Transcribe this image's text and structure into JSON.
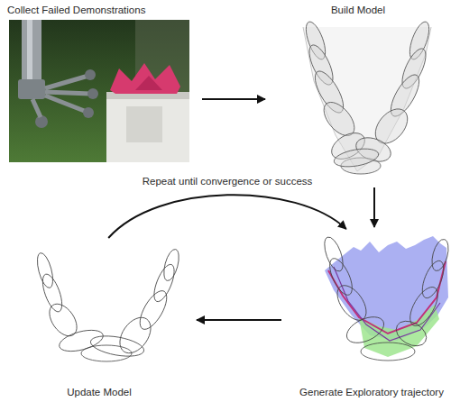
{
  "diagram": {
    "nodes": [
      {
        "text": [
          "Collect Failed Demonstrations"
        ]
      },
      {
        "text": [
          "Build Model"
        ]
      },
      {
        "text": [
          "Generate Exploratory trajectory"
        ]
      },
      {
        "text": [
          "Update Model"
        ]
      }
    ],
    "edges": [
      {
        "from": 0,
        "to": 1,
        "arrow": "to"
      },
      {
        "from": 1,
        "to": 2,
        "arrow": "to"
      },
      {
        "from": 2,
        "to": 3,
        "arrow": "to"
      },
      {
        "from": 3,
        "to": 2,
        "arrow": "to",
        "label": "Repeat until convergence or success"
      }
    ]
  }
}
